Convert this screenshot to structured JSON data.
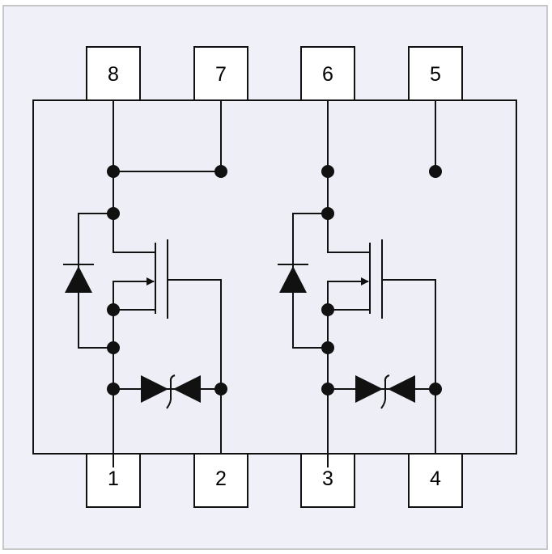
{
  "colors": {
    "background": "#eff0f8",
    "frame_border": "#c8c8c8",
    "package_fill": "#edeef6",
    "pin_fill": "#ffffff",
    "line": "#111111"
  },
  "pins_top": [
    "8",
    "7",
    "6",
    "5"
  ],
  "pins_bottom": [
    "1",
    "2",
    "3",
    "4"
  ]
}
